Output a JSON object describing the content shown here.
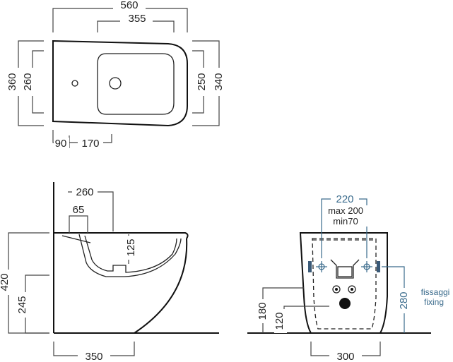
{
  "top_view": {
    "width_overall": "560",
    "bowl_width": "355",
    "height_overall": "360",
    "height_front": "260",
    "height_right": "250",
    "height_right_overall": "340",
    "offset_left": "90",
    "hole_spacing": "170"
  },
  "side_view": {
    "depth": "260",
    "offset": "65",
    "bowl_depth": "125",
    "height_overall": "420",
    "height_inlet": "245",
    "base_length": "350"
  },
  "rear_view": {
    "fixing_spacing": "220",
    "max_label": "max 200",
    "min_label": "min70",
    "height_180": "180",
    "height_120": "120",
    "fixing_height": "280",
    "fixing_label_it": "fissaggi",
    "fixing_label_en": "fixing",
    "base_width": "300"
  },
  "colors": {
    "line": "#111111",
    "dimension": "#444444",
    "fixing": "#3a6b8c",
    "fixing_marker": "#3a5a78"
  }
}
